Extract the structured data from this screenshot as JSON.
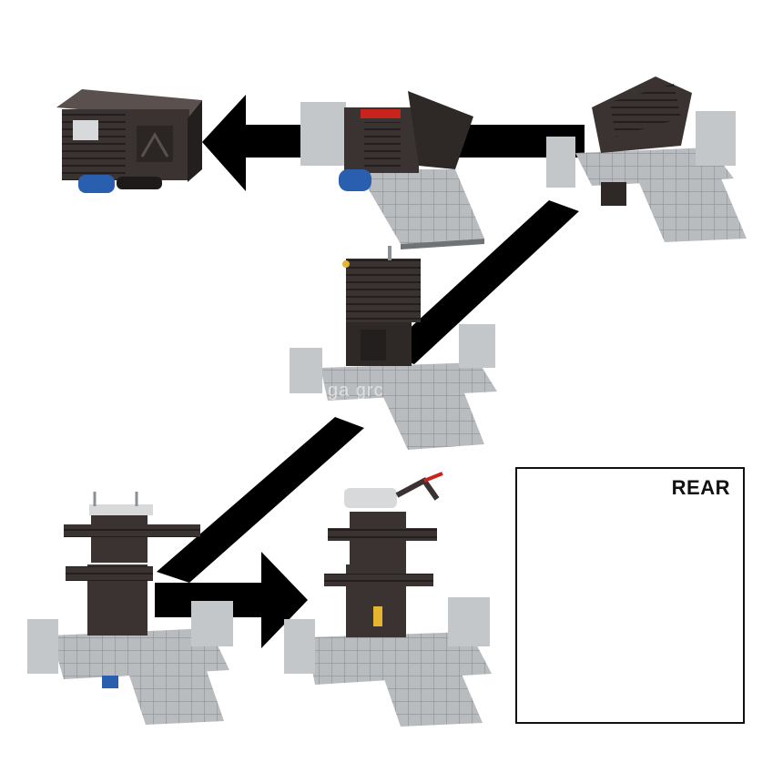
{
  "image": {
    "description_label": "REAR",
    "watermark_text": "ga grc"
  },
  "colors": {
    "arrow": "#000000",
    "plate": "#b9bcbe",
    "plate_dark": "#8c9094",
    "frame": "#3a3331",
    "frame_dark": "#231f1e",
    "accent_red": "#c8231d",
    "accent_blue": "#2a5fb0",
    "accent_yellow": "#e3b531",
    "metal": "#d7d9db"
  },
  "icons": {
    "arrows": "black-flow-arrows",
    "models": "transforming-base-toy"
  }
}
